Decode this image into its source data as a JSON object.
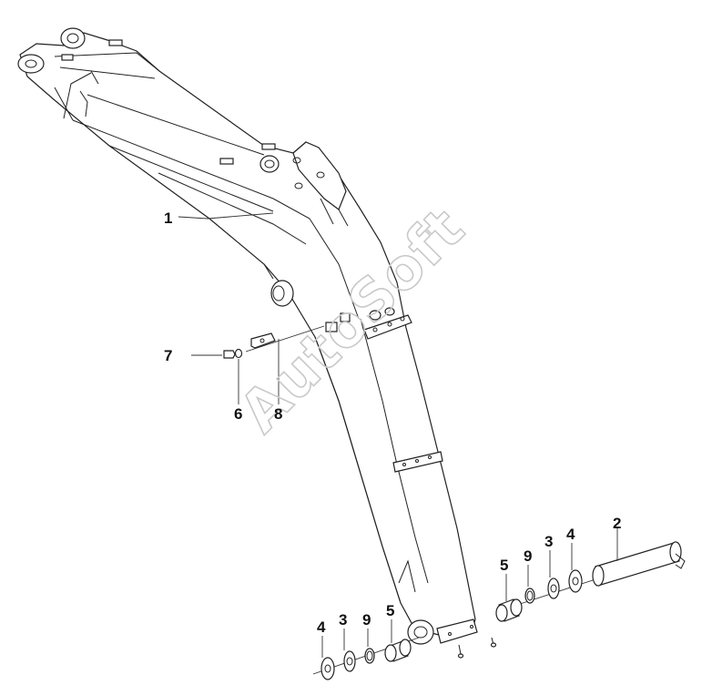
{
  "watermark": "AutoSoft",
  "callouts": {
    "c1": "1",
    "c2": "2",
    "c3a": "3",
    "c3b": "3",
    "c4a": "4",
    "c4b": "4",
    "c5a": "5",
    "c5b": "5",
    "c6": "6",
    "c7": "7",
    "c8": "8",
    "c9a": "9",
    "c9b": "9"
  }
}
